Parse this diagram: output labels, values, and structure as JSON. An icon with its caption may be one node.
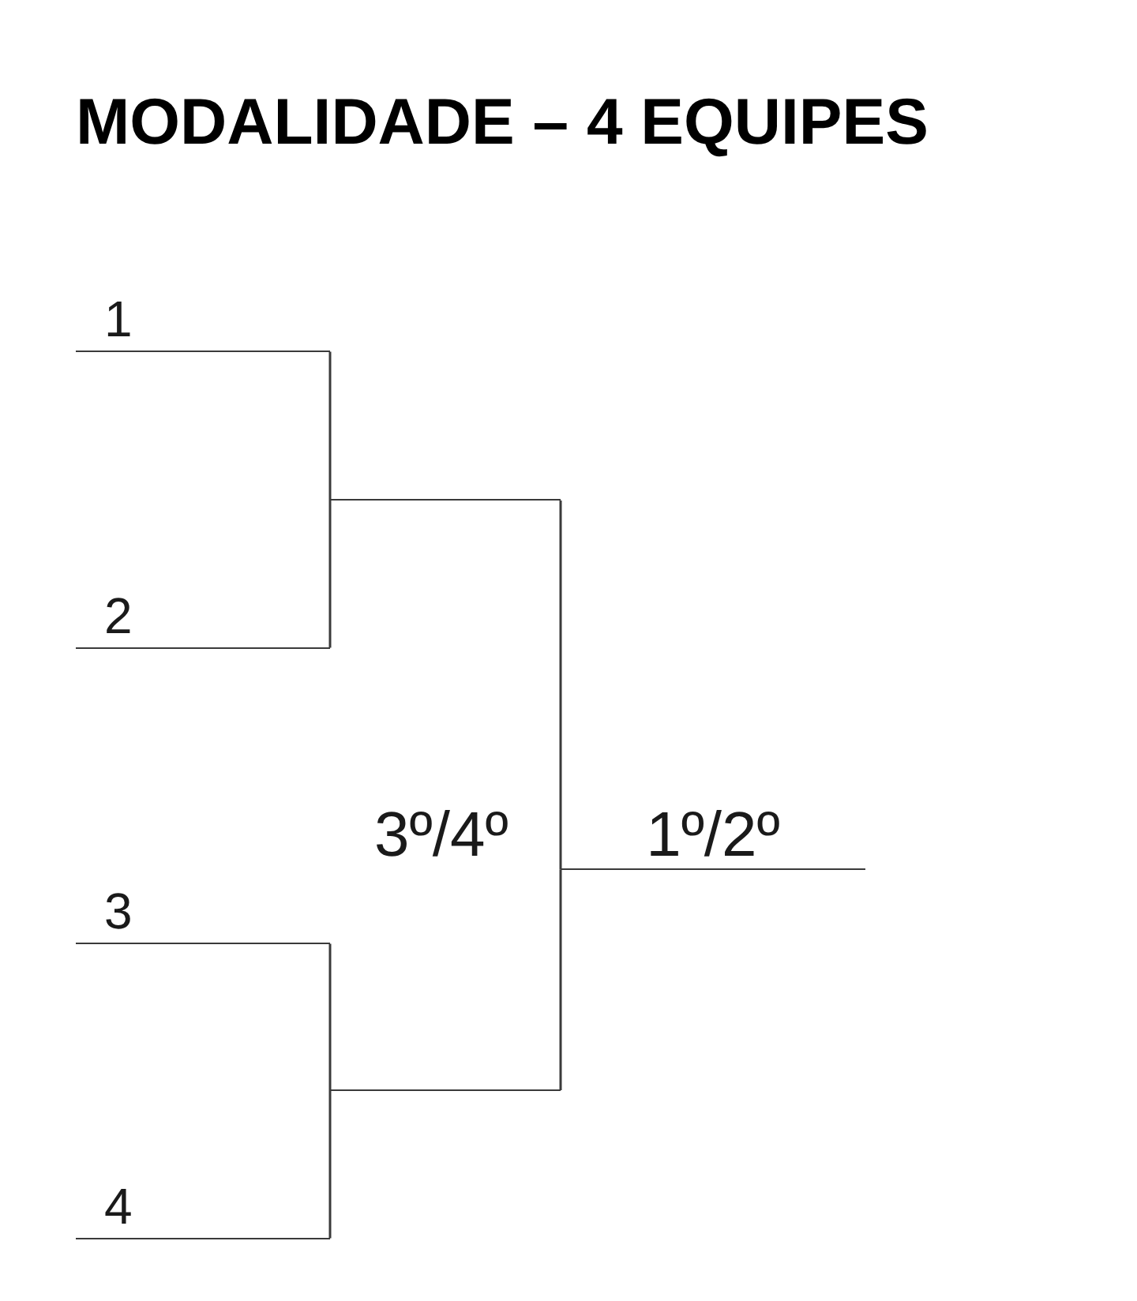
{
  "diagram": {
    "title": "MODALIDADE – 4 EQUIPES",
    "nodes": [
      {
        "text": [
          "1"
        ]
      },
      {
        "text": [
          "2"
        ]
      },
      {
        "text": [
          "3"
        ]
      },
      {
        "text": [
          "4"
        ]
      },
      {
        "text": [],
        "shape": "line"
      },
      {
        "text": [],
        "shape": "line"
      },
      {
        "text": [
          "1º/2º"
        ]
      }
    ],
    "edges": [
      {
        "from": 0,
        "to": 4,
        "arrow": "none"
      },
      {
        "from": 1,
        "to": 4,
        "arrow": "none"
      },
      {
        "from": 2,
        "to": 5,
        "arrow": "none"
      },
      {
        "from": 3,
        "to": 5,
        "arrow": "none"
      },
      {
        "from": 4,
        "to": 6,
        "arrow": "none"
      },
      {
        "from": 5,
        "to": 6,
        "arrow": "none"
      }
    ],
    "labels": [
      "3º/4º"
    ]
  }
}
